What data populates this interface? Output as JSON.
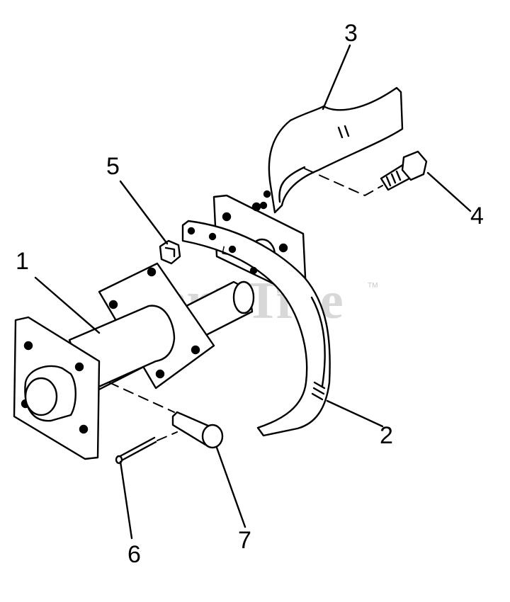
{
  "callouts": {
    "c1": "1",
    "c2": "2",
    "c3": "3",
    "c4": "4",
    "c5": "5",
    "c6": "6",
    "c7": "7"
  },
  "bracket_mark": "L",
  "watermark": {
    "text": "PartsTree",
    "trademark": "TM"
  },
  "colors": {
    "ink": "#000000",
    "watermark": "#d8d8d8",
    "background": "#ffffff"
  }
}
